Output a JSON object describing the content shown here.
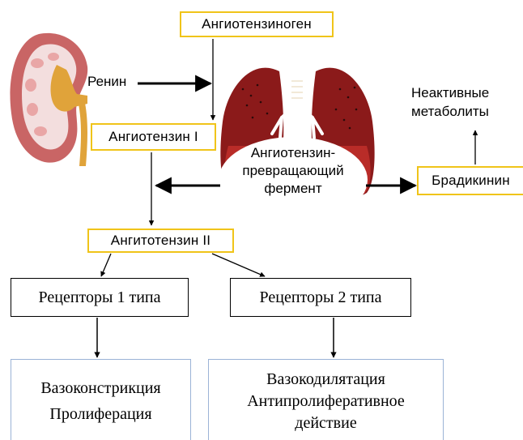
{
  "nodes": {
    "angiotensinogen": "Ангиотензиноген",
    "renin": "Ренин",
    "angiotensin_1": "Ангиотензин I",
    "ace_line1": "Ангиотензин-",
    "ace_line2": "превращающий",
    "ace_line3": "фермент",
    "inactive_line1": "Неактивные",
    "inactive_line2": "метаболиты",
    "bradykinin": "Брадикинин",
    "angiotensin_2": "Ангитотензин II",
    "receptors_1": "Рецепторы 1 типа",
    "receptors_2": "Рецепторы 2 типа",
    "effects_1_line1": "Вазоконстрикция",
    "effects_1_line2": "Пролиферация",
    "effects_2_line1": "Вазокодилятация",
    "effects_2_line2": "Антипролиферативное",
    "effects_2_line3": "действие"
  },
  "colors": {
    "highlight_border": "#f0c419",
    "effect_border": "#9bb3d6",
    "lung": "#8b1a1a",
    "lung_light": "#c8332d",
    "kidney": "#c96565",
    "ureter": "#e0a33a"
  },
  "icons": [
    "kidney-icon",
    "lungs-icon"
  ]
}
